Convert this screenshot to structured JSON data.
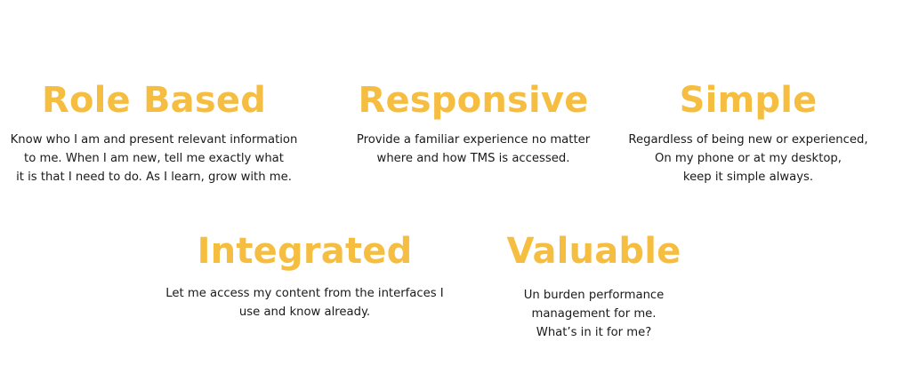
{
  "principles": [
    {
      "title": "Role Based",
      "lines": [
        "Know who I am and present relevant information",
        "to me. When I am new, tell me exactly what",
        "it is that I need to do. As I learn, grow with me."
      ]
    },
    {
      "title": "Responsive",
      "lines": [
        "Provide a familiar experience no matter",
        "where and how TMS is accessed."
      ]
    },
    {
      "title": "Simple",
      "lines": [
        "Regardless of being new or experienced,",
        "On my phone or at my desktop,",
        "keep it simple always."
      ]
    },
    {
      "title": "Integrated",
      "lines": [
        "Let me access my content from the interfaces I",
        "use and know already."
      ]
    },
    {
      "title": "Valuable",
      "lines": [
        "Un burden performance",
        "management for me.",
        "What’s in it for me?"
      ]
    }
  ],
  "colors": {
    "title": "#F5BE41",
    "text": "#1a1a1a",
    "background": "#ffffff"
  }
}
